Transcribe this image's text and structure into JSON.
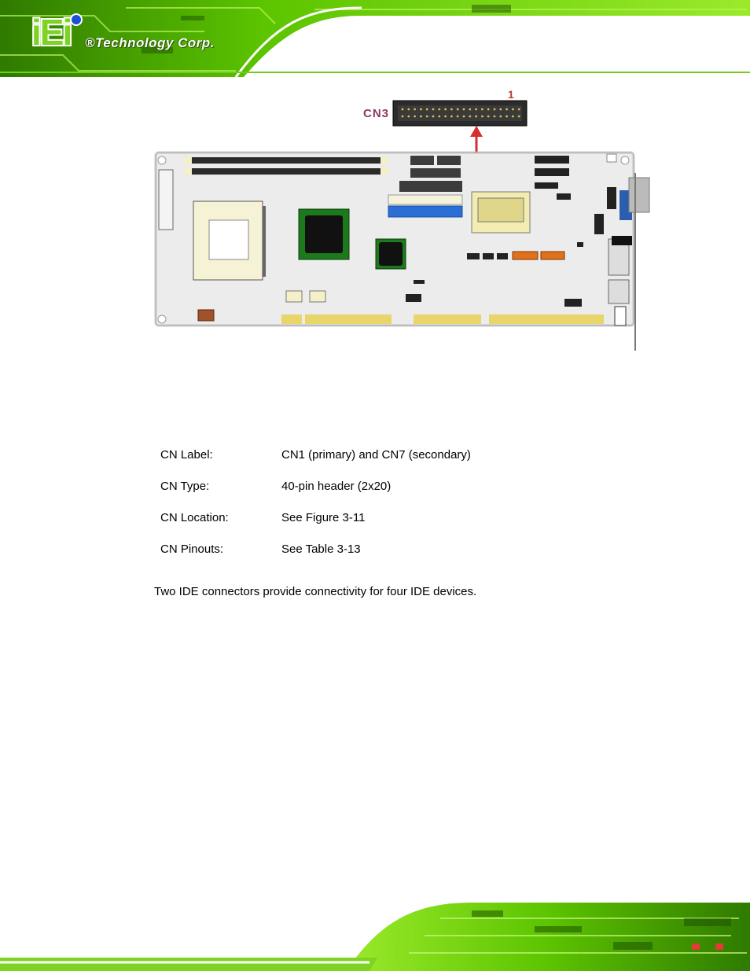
{
  "header": {
    "logo_mark": "iEi",
    "logo_text": "®Technology Corp."
  },
  "figure": {
    "connector_label": "CN3",
    "pin_label": "1"
  },
  "specs": [
    {
      "key": "CN Label:",
      "value": "CN1 (primary) and CN7 (secondary)"
    },
    {
      "key": "CN Type:",
      "value": "40-pin header (2x20)"
    },
    {
      "key": "CN Location:",
      "value": "See Figure 3-11"
    },
    {
      "key": "CN Pinouts:",
      "value": "See Table 3-13"
    }
  ],
  "body": {
    "paragraph": "Two IDE connectors provide connectivity for four IDE devices."
  },
  "colors": {
    "brand_green": "#7ed321",
    "pcb_green": "#1f7a0a",
    "label_purple": "#8b3a62",
    "arrow_red": "#d32f2f"
  }
}
